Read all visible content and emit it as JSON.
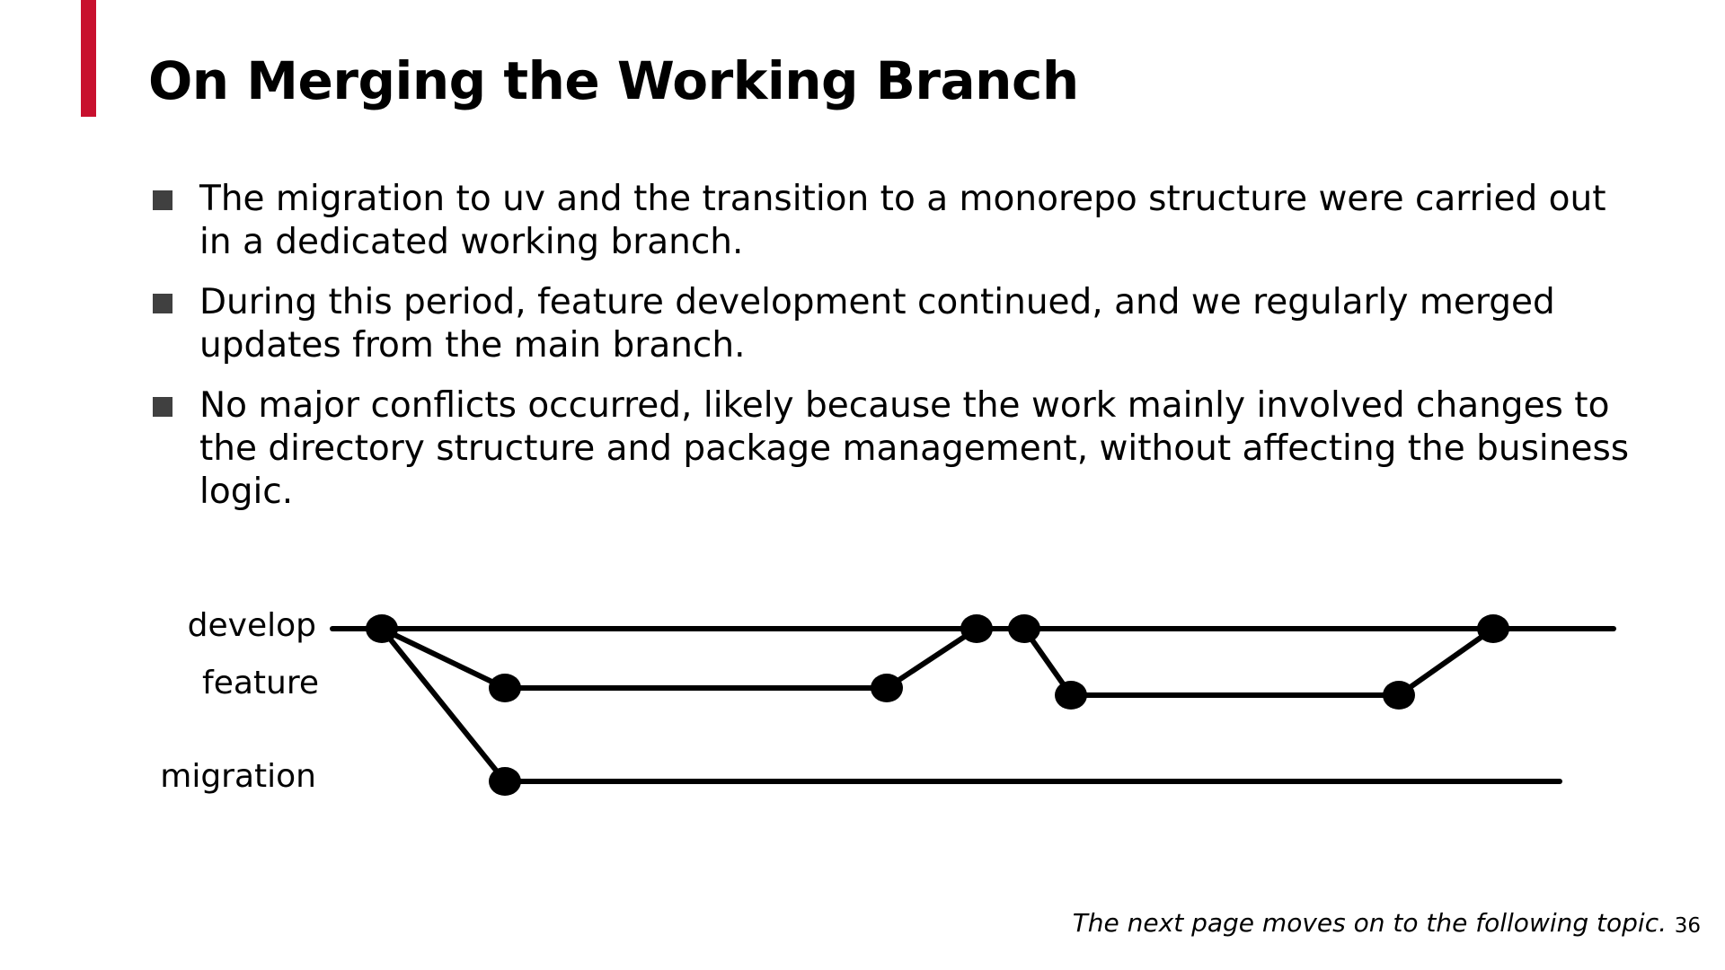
{
  "slide": {
    "title": "On Merging the Working Branch",
    "accent_color": "#c8102e",
    "bullets": [
      "The migration to uv and the transition to a monorepo structure were carried out in a dedicated working branch.",
      "During this period, feature development continued, and we regularly merged updates from the main branch.",
      "No major conflicts occurred, likely because the work mainly involved changes to the directory structure and package management, without affecting the business logic."
    ],
    "footer_note": "The next page moves on to the following topic.",
    "page_number": "36"
  },
  "diagram": {
    "branches": [
      "develop",
      "feature",
      "migration"
    ],
    "commits": [
      {
        "id": "d1",
        "branch": "develop"
      },
      {
        "id": "f1",
        "branch": "feature"
      },
      {
        "id": "f2",
        "branch": "feature"
      },
      {
        "id": "d2",
        "branch": "develop"
      },
      {
        "id": "d3",
        "branch": "develop"
      },
      {
        "id": "f3",
        "branch": "feature"
      },
      {
        "id": "f4",
        "branch": "feature"
      },
      {
        "id": "d4",
        "branch": "develop"
      },
      {
        "id": "m1",
        "branch": "migration"
      }
    ],
    "links": [
      {
        "from": "d1",
        "to": "f1"
      },
      {
        "from": "d1",
        "to": "m1"
      },
      {
        "from": "f2",
        "to": "d2"
      },
      {
        "from": "d3",
        "to": "f3"
      },
      {
        "from": "f4",
        "to": "d4"
      }
    ]
  }
}
